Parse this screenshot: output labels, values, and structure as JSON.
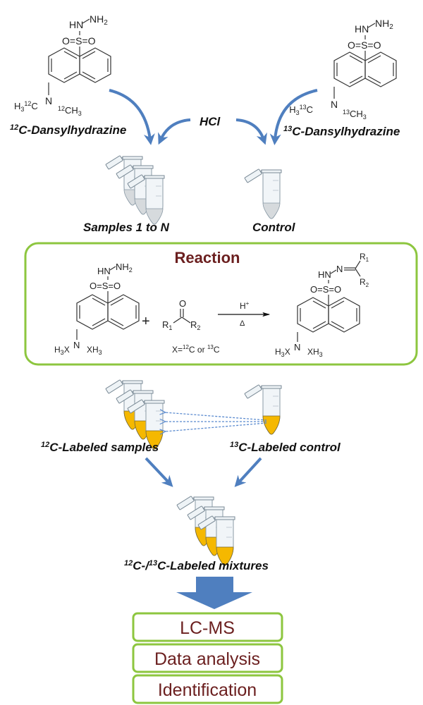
{
  "title": "Dansylhydrazine isotope labeling workflow",
  "reagents": {
    "left": {
      "label_sup": "12",
      "label_text": "C-Dansylhydrazine",
      "isotope": "12",
      "hydrazine": "HN",
      "amine": "NH",
      "amine_sub": "2",
      "sulfonyl": "O=S=O",
      "n_atom": "N",
      "left_methyl": "H",
      "left_methyl_sub": "3",
      "left_methyl_sup": "12",
      "left_methyl_c": "C",
      "right_methyl_sup": "12",
      "right_methyl_c": "CH",
      "right_methyl_sub": "3"
    },
    "right": {
      "label_sup": "13",
      "label_text": "C-Dansylhydrazine",
      "isotope": "13",
      "hydrazine": "HN",
      "amine": "NH",
      "amine_sub": "2",
      "sulfonyl": "O=S=O",
      "n_atom": "N",
      "left_methyl": "H",
      "left_methyl_sub": "3",
      "left_methyl_sup": "13",
      "left_methyl_c": "C",
      "right_methyl_sup": "13",
      "right_methyl_c": "CH",
      "right_methyl_sub": "3"
    },
    "acid": "HCl"
  },
  "stage1": {
    "samples_label": "Samples 1 to N",
    "control_label": "Control"
  },
  "reaction": {
    "title": "Reaction",
    "reactant_hydrazine": "HN",
    "reactant_amine": "NH",
    "reactant_amine_sub": "2",
    "sulfonyl": "O=S=O",
    "n_atom": "N",
    "nx_left": "H",
    "nx_left_sub": "3",
    "nx_left_x": "X",
    "nx_right": "XH",
    "nx_right_sub": "3",
    "plus": "+",
    "carbonyl_o": "O",
    "r1": "R",
    "r1_sub": "1",
    "r2": "R",
    "r2_sub": "2",
    "condition_top": "H",
    "condition_top_sup": "+",
    "condition_bottom": "Δ",
    "x_def_prefix": "X=",
    "x_def_sup1": "12",
    "x_def_mid": "C or ",
    "x_def_sup2": "13",
    "x_def_end": "C",
    "product_hn": "HN",
    "product_n": "N",
    "accent_color": "#8dc63f",
    "title_color": "#6b1f1f"
  },
  "stage2": {
    "samples_label_sup": "12",
    "samples_label": "C-Labeled samples",
    "control_label_sup": "13",
    "control_label": "C-Labeled control",
    "label_color": "#f5b800"
  },
  "stage3": {
    "mixture_sup1": "12",
    "mixture_mid": "C-/",
    "mixture_sup2": "13",
    "mixture_end": "C-Labeled mixtures"
  },
  "pipeline": [
    {
      "label": "LC-MS"
    },
    {
      "label": "Data analysis"
    },
    {
      "label": "Identification"
    }
  ],
  "colors": {
    "arrow": "#4f7fbf",
    "box_border": "#8dc63f",
    "box_text": "#6b1f1f"
  }
}
